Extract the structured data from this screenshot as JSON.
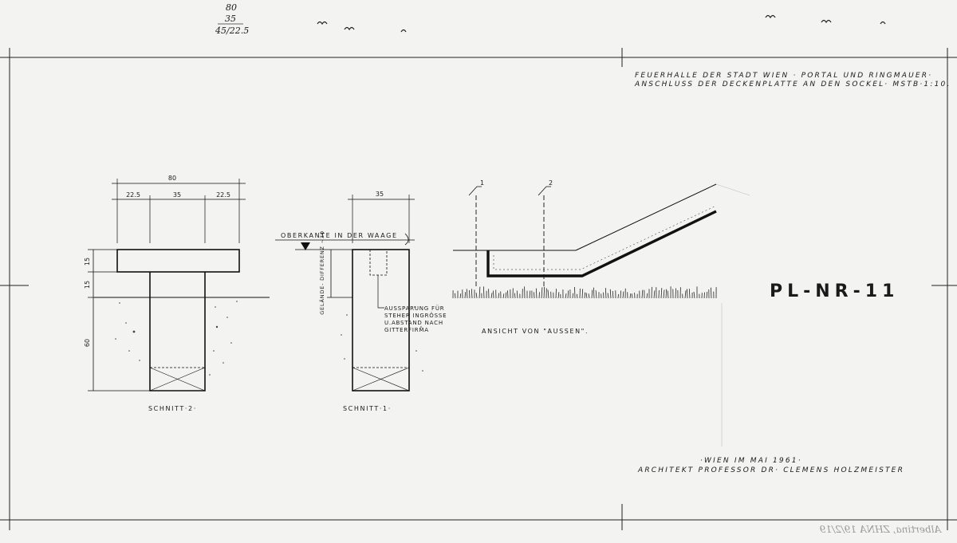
{
  "title_block": {
    "line1": "FEUERHALLE DER STADT WIEN · PORTAL UND RINGMAUER·",
    "line2": "ANSCHLUSS DER DECKENPLATTE AN DEN SOCKEL· MSTB·1:10."
  },
  "plan_number": "PL-NR-11",
  "signature_block": {
    "line1": "·WIEN IM MAI 1961·",
    "line2": "ARCHITEKT PROFESSOR DR· CLEMENS HOLZMEISTER"
  },
  "handwritten_note": [
    "80",
    "35",
    "45/22.5"
  ],
  "archive_stamp": "Albertina, ZHNA 19/2/19",
  "section2": {
    "caption": "SCHNITT·2·",
    "dim_total": "80",
    "dim_left": "22.5",
    "dim_mid": "35",
    "dim_right": "22.5",
    "dim_v1": "15",
    "dim_v2": "15",
    "dim_v3": "60"
  },
  "section1": {
    "caption": "SCHNITT·1·",
    "dim_top": "35",
    "level_label": "OBERKANTE IN DER WAAGE",
    "slope_note": "GELÄNDE- DIFFERENZ ~30",
    "recess_note": [
      "AUSSPARUNG FÜR",
      "STEHER INGRÖSSE",
      "U.ABSTAND NACH",
      "GITTERFIRMA"
    ]
  },
  "elevation": {
    "caption": "ANSICHT VON \"AUSSEN\".",
    "marker1": "1",
    "marker2": "2"
  }
}
